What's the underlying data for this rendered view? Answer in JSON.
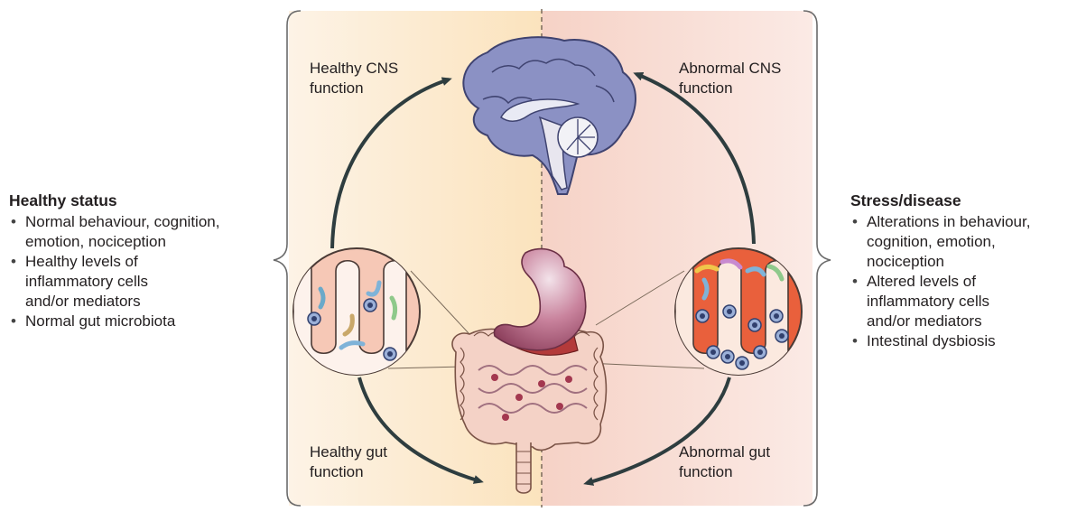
{
  "labels": {
    "healthy_cns": [
      "Healthy CNS",
      "function"
    ],
    "abnormal_cns": [
      "Abnormal CNS",
      "function"
    ],
    "healthy_gut": [
      "Healthy gut",
      "function"
    ],
    "abnormal_gut": [
      "Abnormal gut",
      "function"
    ]
  },
  "healthy_status": {
    "title": "Healthy status",
    "items": [
      [
        "Normal behaviour, cognition,",
        "emotion, nociception"
      ],
      [
        "Healthy levels of",
        "inflammatory cells",
        "and/or mediators"
      ],
      [
        "Normal gut microbiota"
      ]
    ]
  },
  "stress_disease": {
    "title": "Stress/disease",
    "items": [
      [
        "Alterations in behaviour,",
        "cognition, emotion,",
        "nociception"
      ],
      [
        "Altered levels of",
        "inflammatory cells",
        "and/or mediators"
      ],
      [
        "Intestinal dysbiosis"
      ]
    ]
  },
  "colors": {
    "healthy_bg": "#fbe8c8",
    "abnormal_bg": "#f6d6cc",
    "arrow": "#2e3d3f",
    "brain": "#8a90c2",
    "gut": "#f3cfc4",
    "stomach": "#b2607f"
  }
}
